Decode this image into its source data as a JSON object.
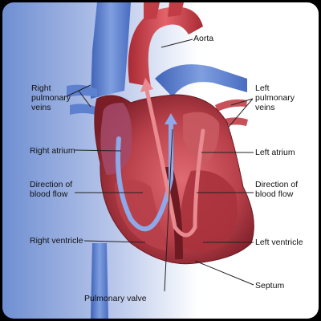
{
  "labels": {
    "aorta": "Aorta",
    "right_pulmonary_veins": [
      "Right",
      "pulmonary",
      "veins"
    ],
    "left_pulmonary_veins": [
      "Left",
      "pulmonary",
      "veins"
    ],
    "right_atrium": "Right atrium",
    "left_atrium": "Left atrium",
    "direction_left": [
      "Direction of",
      "blood flow"
    ],
    "direction_right": [
      "Direction of",
      "blood flow"
    ],
    "right_ventricle": "Right ventricle",
    "left_ventricle": "Left ventricle",
    "septum": "Septum",
    "pulmonary_valve": "Pulmonary valve"
  },
  "colors": {
    "vessel_blue": "#5b7fd0",
    "heart_red": "#c0454e",
    "heart_dark": "#7e1f28",
    "aorta_red": "#d24a50"
  }
}
